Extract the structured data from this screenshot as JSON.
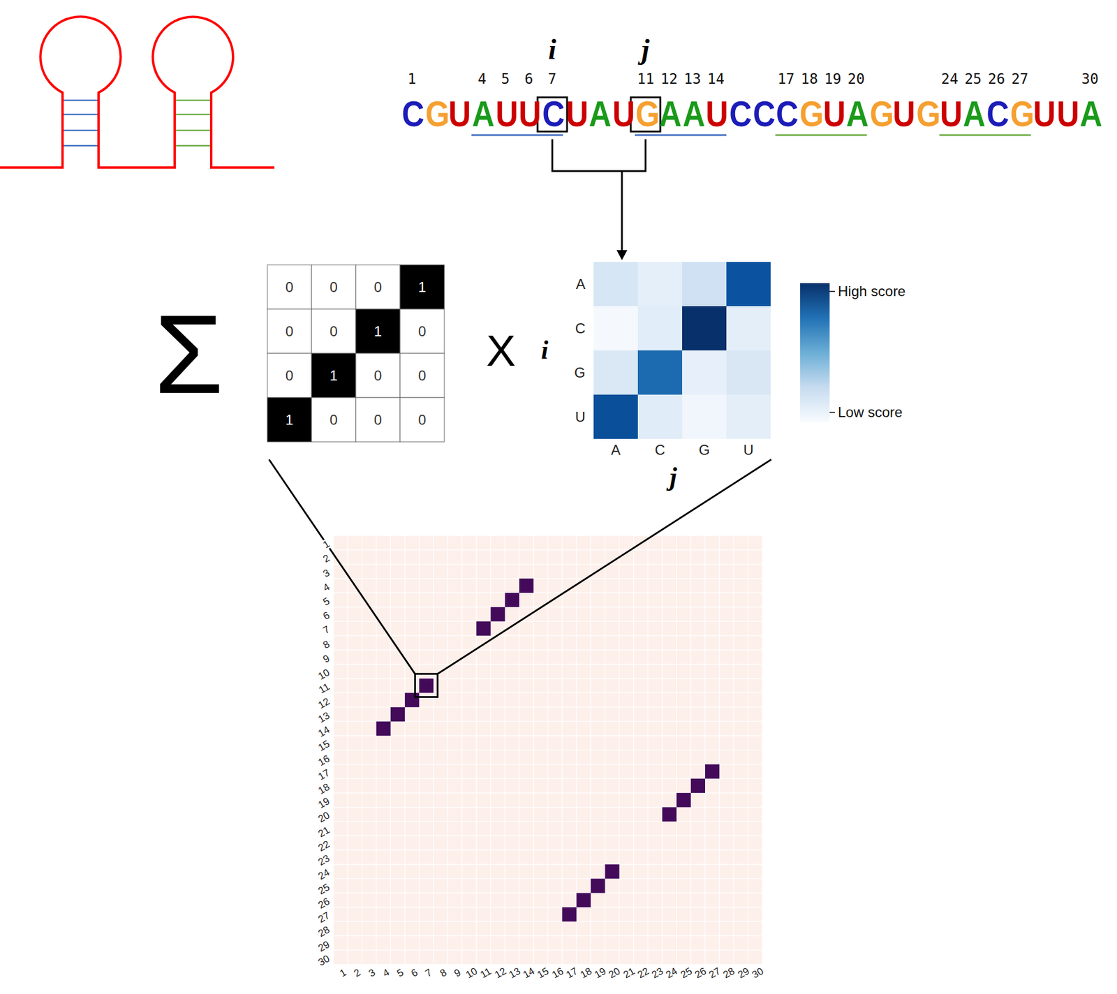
{
  "diagram": {
    "labels": [
      "i",
      "j",
      "1",
      "4",
      "5",
      "6",
      "7",
      "11",
      "12",
      "13",
      "14",
      "17",
      "18",
      "19",
      "20",
      "24",
      "25",
      "26",
      "27",
      "30",
      "CGUAUUCUAUGAAUCCCGUAGUGUACGUUA",
      "Σ",
      "0",
      "0",
      "0",
      "1",
      "0",
      "0",
      "1",
      "0",
      "0",
      "1",
      "0",
      "0",
      "1",
      "0",
      "0",
      "0",
      "X",
      "i",
      "A",
      "C",
      "G",
      "U",
      "A",
      "C",
      "G",
      "U",
      "j",
      "High score",
      "Low score",
      "1",
      "2",
      "3",
      "4",
      "5",
      "6",
      "7",
      "8",
      "9",
      "10",
      "11",
      "12",
      "13",
      "14",
      "15",
      "16",
      "17",
      "18",
      "19",
      "20",
      "21",
      "22",
      "23",
      "24",
      "25",
      "26",
      "27",
      "28",
      "29",
      "30",
      "1",
      "2",
      "3",
      "4",
      "5",
      "6",
      "7",
      "8",
      "9",
      "10",
      "11",
      "12",
      "13",
      "14",
      "15",
      "16",
      "17",
      "18",
      "19",
      "20",
      "21",
      "22",
      "23",
      "24",
      "25",
      "26",
      "27",
      "28",
      "29",
      "30"
    ]
  }
}
